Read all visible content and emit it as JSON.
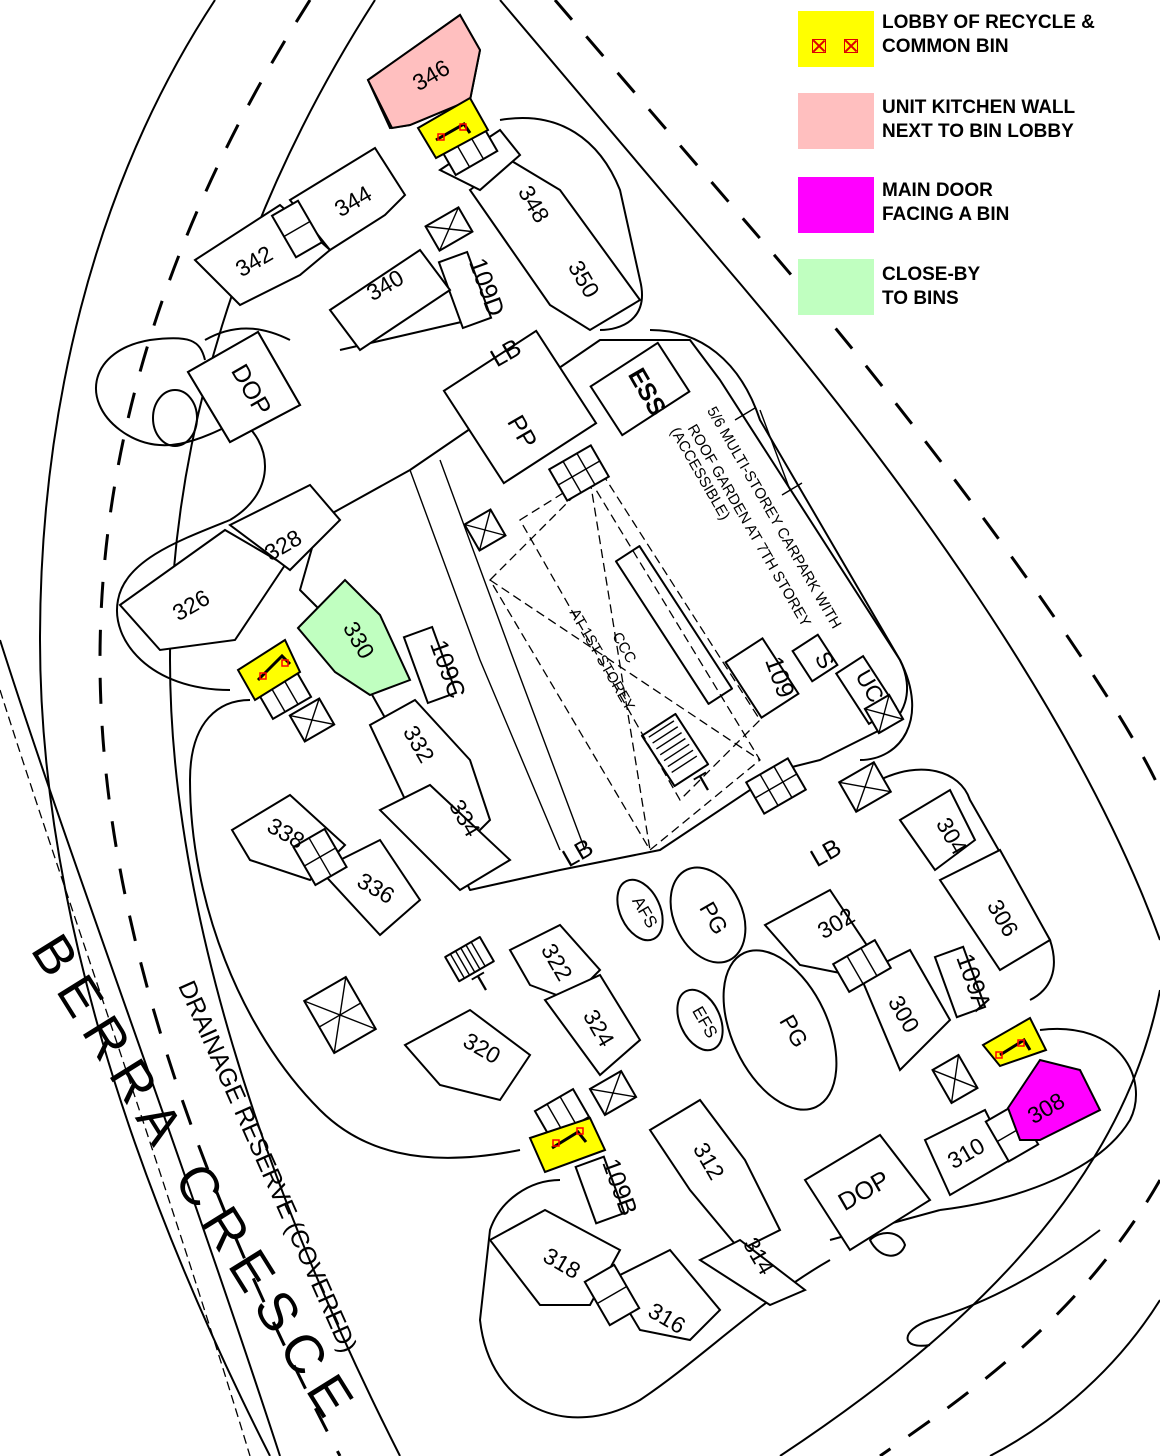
{
  "legend": {
    "items": [
      {
        "label": "LOBBY OF RECYCLE &\nCOMMON BIN",
        "color": "#ffff00"
      },
      {
        "label": "UNIT KITCHEN WALL\nNEXT TO BIN LOBBY",
        "color": "#ffbfbf"
      },
      {
        "label": "MAIN DOOR\nFACING A BIN",
        "color": "#ff00ff"
      },
      {
        "label": "CLOSE-BY\nTO BINS",
        "color": "#c0ffc0"
      }
    ]
  },
  "map": {
    "road_name": "BERRA CRESCE",
    "drainage": "DRAINAGE RESERVE (COVERED)",
    "carpark_note": [
      "5/6 MULTI-STOREY CARPARK WITH",
      "ROOF GARDEN AT 7TH STOREY",
      "(ACCESSIBLE)"
    ],
    "ccc_note": [
      "CCC",
      "AT 1ST STOREY"
    ],
    "blocks": [
      "300",
      "302",
      "304",
      "306",
      "308",
      "310",
      "312",
      "314",
      "316",
      "318",
      "320",
      "322",
      "324",
      "326",
      "328",
      "330",
      "332",
      "334",
      "336",
      "338",
      "340",
      "342",
      "344",
      "346",
      "348",
      "350"
    ],
    "block_groups": {
      "a": "109A",
      "b": "109B",
      "c": "109C",
      "d": "109D",
      "main": "109"
    },
    "facilities": {
      "dop": "DOP",
      "pp": "PP",
      "ess": "ESS",
      "lb": "LB",
      "pg": "PG",
      "afs": "AFS",
      "efs": "EFS",
      "s": "S",
      "uc": "UC",
      "t": "T"
    },
    "colors": {
      "bin_lobby": "#ffff00",
      "kitchen": "#ffbfbf",
      "main_door": "#ff00ff",
      "close_by": "#c0ffc0",
      "bin_mark": "#ff0000"
    }
  }
}
